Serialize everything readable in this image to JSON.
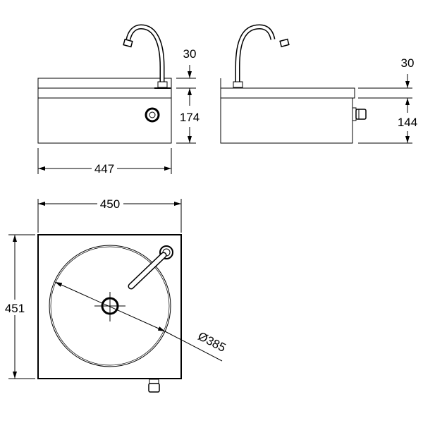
{
  "front_view": {
    "height_top": "30",
    "height_body": "174",
    "width": "447"
  },
  "side_view": {
    "height_top": "30",
    "height_body": "144"
  },
  "top_view": {
    "width": "450",
    "depth": "451",
    "bowl_diameter": "Ø385"
  },
  "colors": {
    "line": "#000000",
    "background": "#ffffff"
  }
}
